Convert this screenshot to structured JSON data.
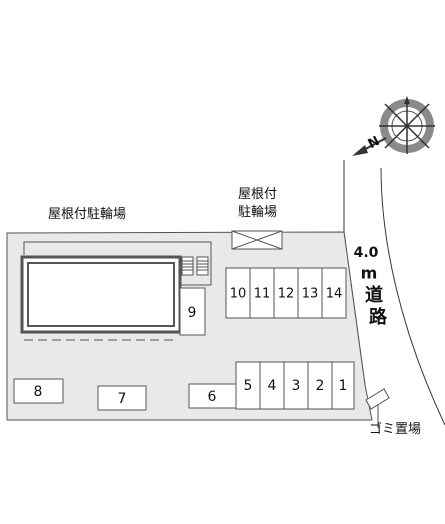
{
  "labels": {
    "covered_parking_1": "屋根付駐輪場",
    "covered_parking_2_line1": "屋根付",
    "covered_parking_2_line2": "駐輪場",
    "road_width": "4.0",
    "road_unit": "m",
    "road_char_1": "道",
    "road_char_2": "路",
    "garbage_area": "ゴミ置場",
    "north_letter": "N"
  },
  "parking_spaces": [
    "1",
    "2",
    "3",
    "4",
    "5",
    "6",
    "7",
    "8",
    "9",
    "10",
    "11",
    "12",
    "13",
    "14"
  ],
  "colors": {
    "site_fill": "#e9e9e9",
    "line": "#555555",
    "building_border": "#555555"
  },
  "icons": {
    "compass": "compass-rose-icon",
    "north_arrow": "north-arrow-icon",
    "stairs": "stairs-icon"
  }
}
